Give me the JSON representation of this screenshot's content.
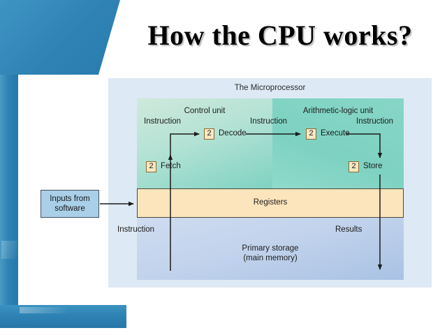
{
  "slide": {
    "title": "How the CPU works?",
    "theme": {
      "accent": "#2e82b4",
      "title_color": "#000000"
    }
  },
  "figure": {
    "caption": "The Microprocessor",
    "units": [
      {
        "name": "control-unit",
        "label": "Control unit",
        "color": "#b3e2d4"
      },
      {
        "name": "arithmetic-logic-unit",
        "label": "Arithmetic-logic unit",
        "color": "#7ed2c2"
      }
    ],
    "registers": {
      "label": "Registers",
      "color": "#fce5bc"
    },
    "primary_storage": {
      "line1": "Primary storage",
      "line2": "(main memory)",
      "color": "#c2d3ec"
    },
    "steps": [
      {
        "name": "fetch",
        "number": "2",
        "label": "Fetch"
      },
      {
        "name": "decode",
        "number": "2",
        "label": "Decode"
      },
      {
        "name": "execute",
        "number": "2",
        "label": "Execute"
      },
      {
        "name": "store",
        "number": "2",
        "label": "Store"
      }
    ],
    "flow_labels": [
      {
        "name": "instruction-fetch-to-decode",
        "text": "Instruction"
      },
      {
        "name": "instruction-decode-to-execute",
        "text": "Instruction"
      },
      {
        "name": "instruction-execute-to-store",
        "text": "Instruction"
      },
      {
        "name": "instruction-from-storage",
        "text": "Instruction"
      },
      {
        "name": "results-to-storage",
        "text": "Results"
      }
    ],
    "input_box": {
      "line1": "Inputs from",
      "line2": "software",
      "color": "#aacfe8"
    }
  }
}
